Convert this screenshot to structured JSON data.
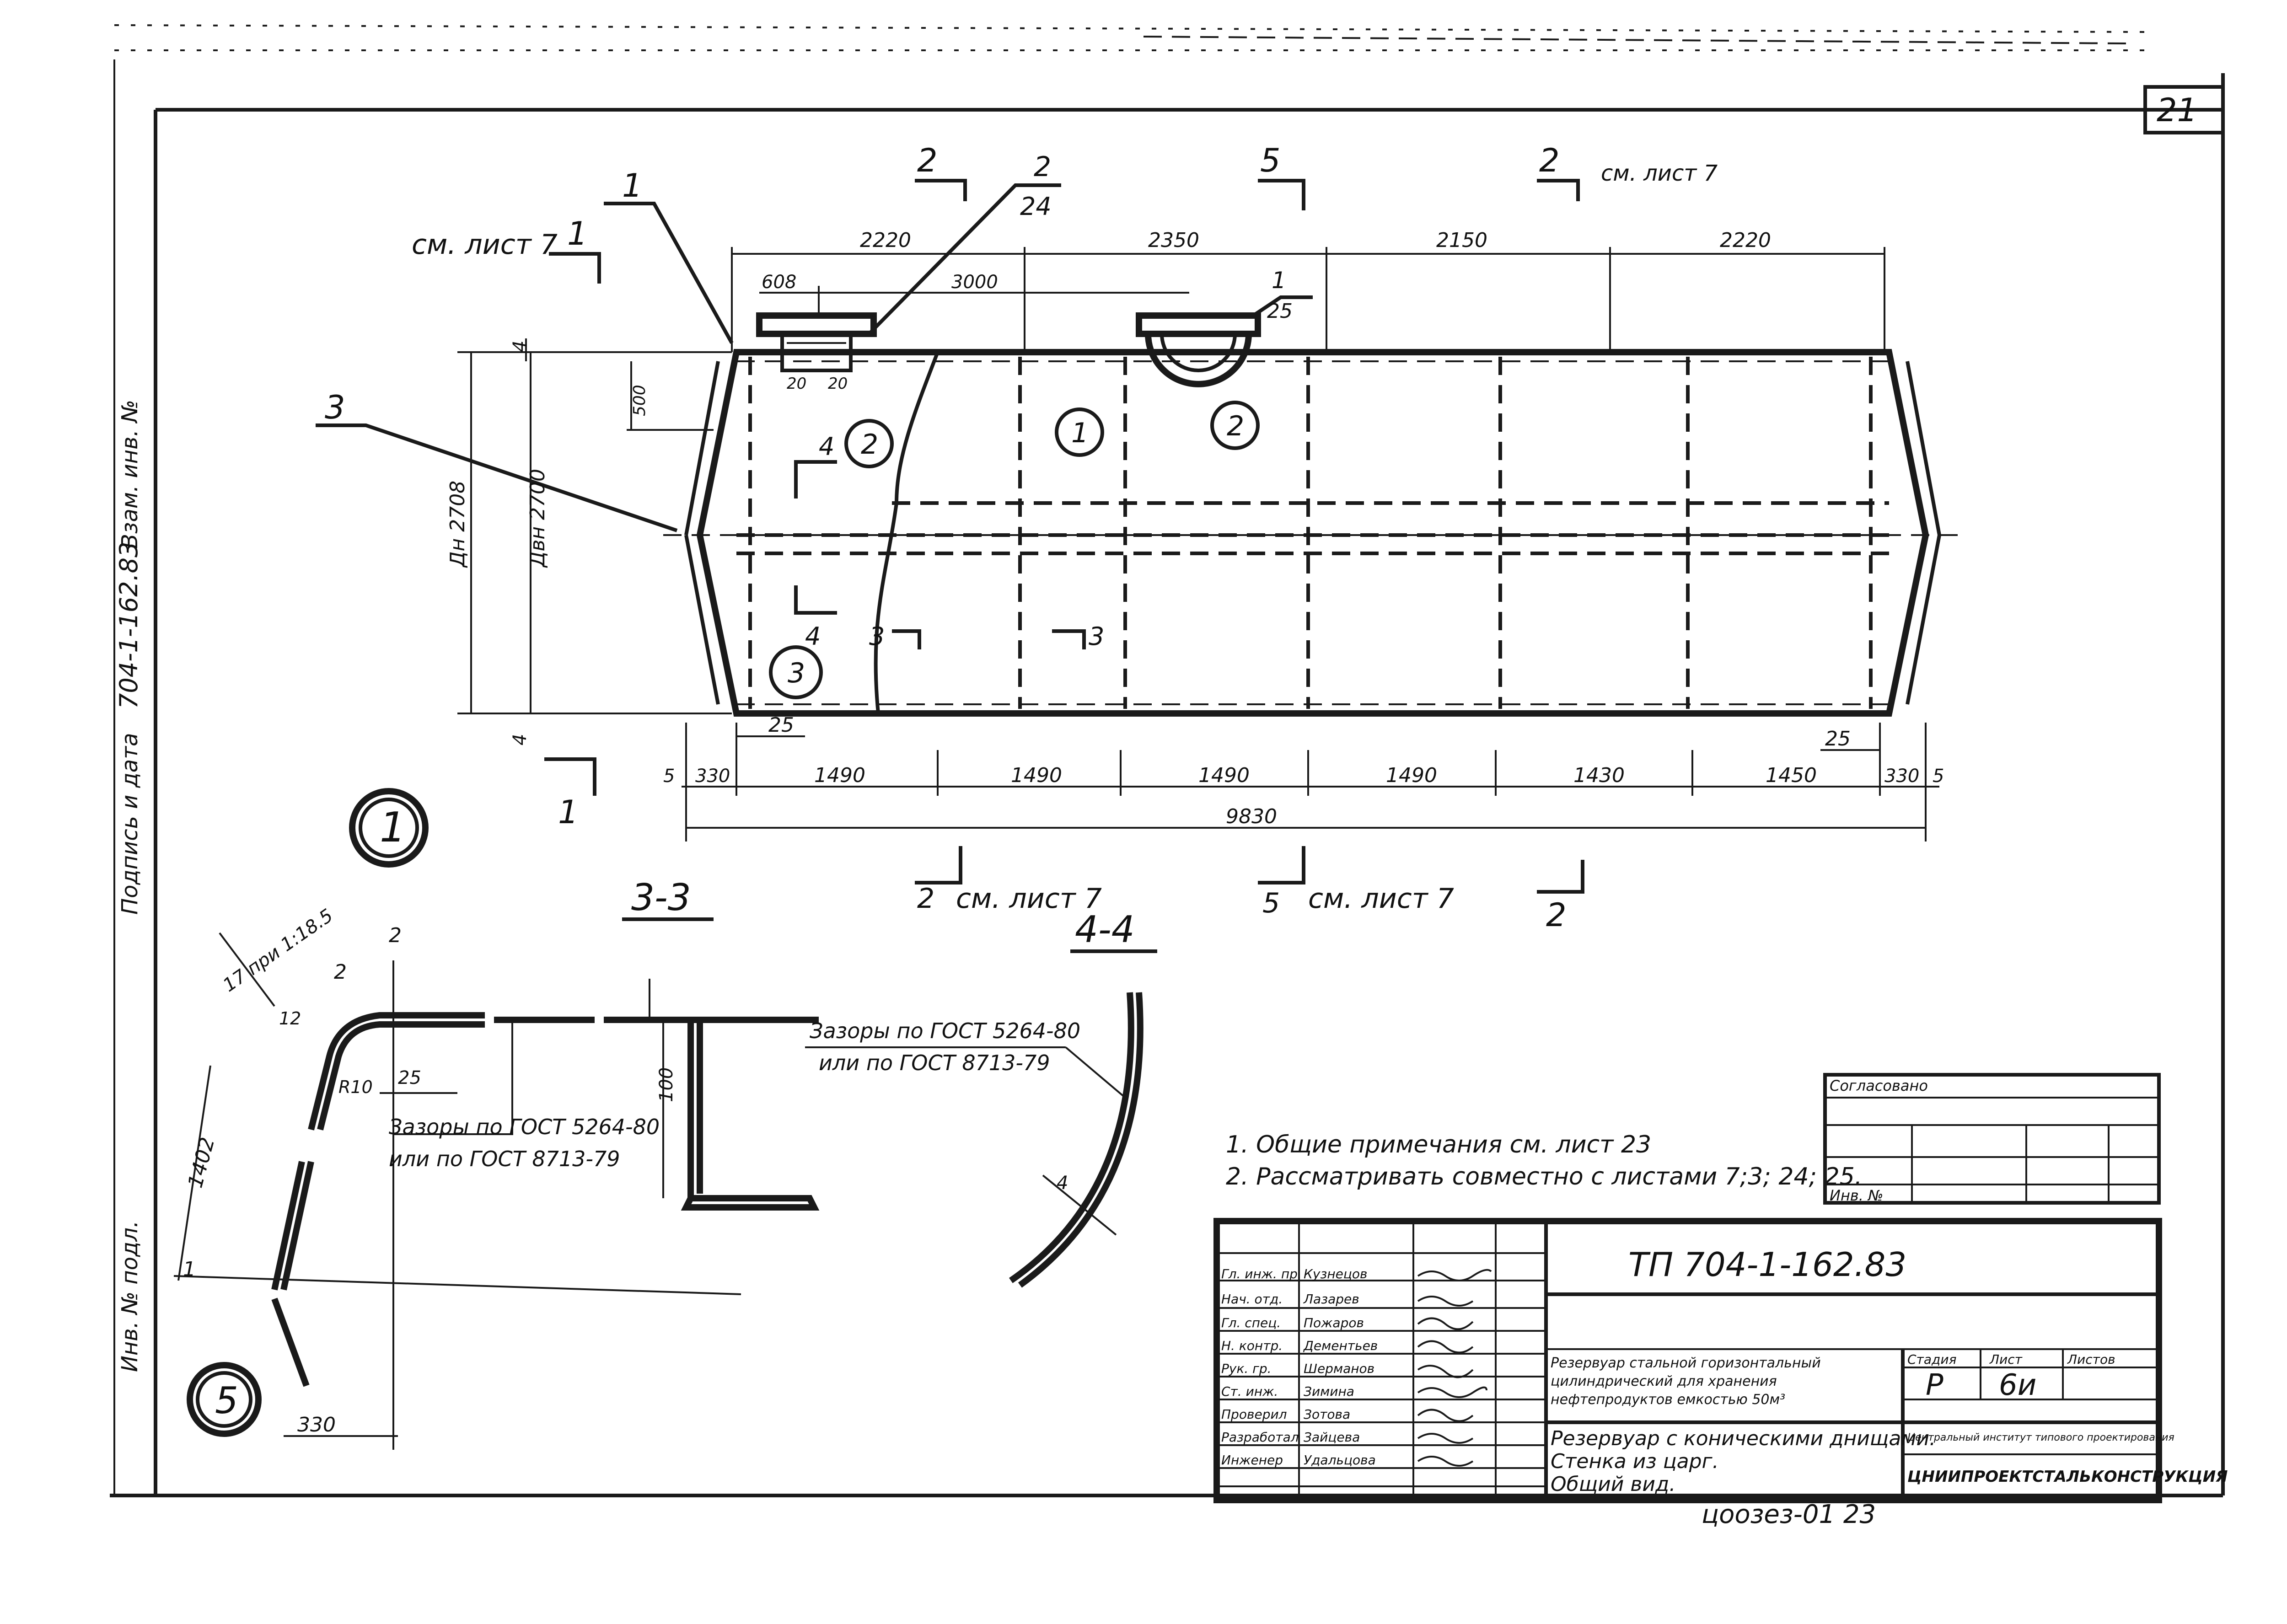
{
  "sheet_number": "21",
  "side_stamp": [
    "Инв. № подл.",
    "Подпись и дата",
    "Взам. инв. №",
    "704-1-162.83"
  ],
  "main_view": {
    "callout_part_1": "1",
    "callout_part_3": "3",
    "callout_2_24": {
      "top": "2",
      "bottom": "24"
    },
    "callout_1_25": {
      "top": "1",
      "bottom": "25"
    },
    "see_sheet_label": "см. лист 7",
    "section_marks": {
      "top_left": "1",
      "top_2a": "2",
      "top_5": "5",
      "top_2b": "2",
      "top_2b_note": "см. лист 7",
      "bottom_left": "1",
      "bottom_2": "2",
      "bottom_2_note": "см. лист 7",
      "bottom_5": "5",
      "bottom_5_note": "см. лист 7",
      "bottom_2b": "2"
    },
    "top_dims": [
      "2220",
      "2350",
      "2150",
      "2220"
    ],
    "nozzle_dims": {
      "a": "608",
      "b": "3000",
      "c": "20",
      "d": "20"
    },
    "left_dims": {
      "dn": "Дн 2708",
      "dvn": "Двн 2700",
      "h1": "4",
      "h2": "4",
      "h500": "500"
    },
    "bottom_dims": [
      "5",
      "330",
      "1490",
      "1490",
      "1490",
      "1490",
      "1430",
      "1450",
      "330",
      "5"
    ],
    "dim_25_left": "25",
    "dim_25_right": "25",
    "overall_length": "9830",
    "view_label": "1",
    "circled_parts": [
      "2",
      "1",
      "2",
      "3"
    ],
    "section_cuts": {
      "s4a": "4",
      "s4b": "4",
      "s3a": "3",
      "s3b": "3"
    }
  },
  "section_3_3": {
    "title": "3-3",
    "dims": {
      "r": "R10",
      "d25": "25",
      "d100": "100",
      "d1402": "1402",
      "d2a": "2",
      "d2b": "2",
      "d12": "12",
      "arc": "17 при 1:18.5"
    },
    "note_top": "Зазоры по ГОСТ 5264-80",
    "note_bottom": "или по ГОСТ 8713-79"
  },
  "section_4_4": {
    "title": "4-4",
    "note_top": "Зазоры по ГОСТ 5264-80",
    "note_bottom": "или по ГОСТ 8713-79",
    "dim4": "4"
  },
  "detail_5": {
    "label": "5",
    "dim330": "330",
    "dim1": "1"
  },
  "notes": [
    "1. Общие примечания см. лист 23",
    "2. Рассматривать совместно с листами 7;3; 24; 25."
  ],
  "approval_box": {
    "top_label": "Согласовано",
    "bottom_label": "Инв. №"
  },
  "title_block": {
    "code": "ТП 704-1-162.83",
    "signatures": [
      [
        "Гл. инж. пр.",
        "Кузнецов",
        "подпись"
      ],
      [
        "Нач. отд.",
        "Лазарев",
        "подпись"
      ],
      [
        "Гл. спец.",
        "Пожаров",
        "подпись"
      ],
      [
        "Н. контр.",
        "Дементьев",
        "подпись"
      ],
      [
        "Рук. гр.",
        "Шерманов",
        "подпись"
      ],
      [
        "Ст. инж.",
        "Зимина",
        "подпись"
      ],
      [
        "Проверил",
        "Зотова",
        "подпись"
      ],
      [
        "Разработал",
        "Зайцева",
        "подпись"
      ],
      [
        "Инженер",
        "Удальцова",
        "подпись"
      ]
    ],
    "project_desc": [
      "Резервуар стальной горизонтальный",
      "цилиндрический для хранения",
      "нефтепродуктов емкостью 50м³"
    ],
    "drawing_title": [
      "Резервуар с коническими днищами.",
      "Стенка из царг.",
      "Общий вид."
    ],
    "stage_header": "Стадия",
    "sheet_header": "Лист",
    "sheets_header": "Листов",
    "stage": "Р",
    "sheet": "6и",
    "org_small": "Центральный институт типового проектирования",
    "org": "ЦНИИПРОЕКТСТАЛЬКОНСТРУКЦИЯ",
    "footer_code": "цоозез-01  23"
  }
}
